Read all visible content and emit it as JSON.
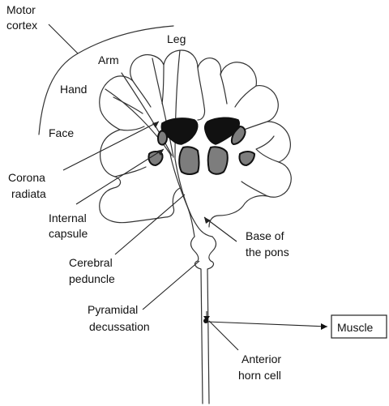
{
  "labels": {
    "motor_cortex_1": "Motor",
    "motor_cortex_2": "cortex",
    "leg": "Leg",
    "arm": "Arm",
    "hand": "Hand",
    "face": "Face",
    "corona_radiata_1": "Corona",
    "corona_radiata_2": "radiata",
    "internal_capsule_1": "Internal",
    "internal_capsule_2": "capsule",
    "cerebral_peduncle_1": "Cerebral",
    "cerebral_peduncle_2": "peduncle",
    "pyramidal_decussation_1": "Pyramidal",
    "pyramidal_decussation_2": "decussation",
    "base_of_pons_1": "Base of",
    "base_of_pons_2": "the pons",
    "anterior_horn_cell_1": "Anterior",
    "anterior_horn_cell_2": "horn cell",
    "muscle": "Muscle"
  }
}
